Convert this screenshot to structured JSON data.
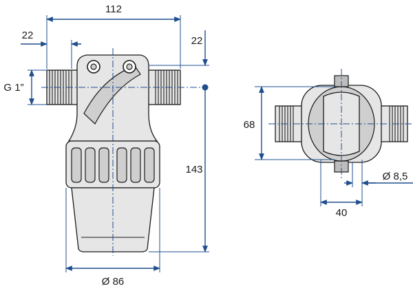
{
  "dimensions": {
    "overall_width": "112",
    "left_offset": "22",
    "right_offset": "22",
    "thread_size": "G 1”",
    "total_height": "143",
    "bowl_diameter": "Ø 86",
    "side_height": "68",
    "hole_diameter": "Ø 8,5",
    "hole_spacing": "40"
  },
  "colors": {
    "dimension_lines": "#1f4e8c",
    "body_fill": "#e6e6e6",
    "outline": "#1a1a1a"
  }
}
